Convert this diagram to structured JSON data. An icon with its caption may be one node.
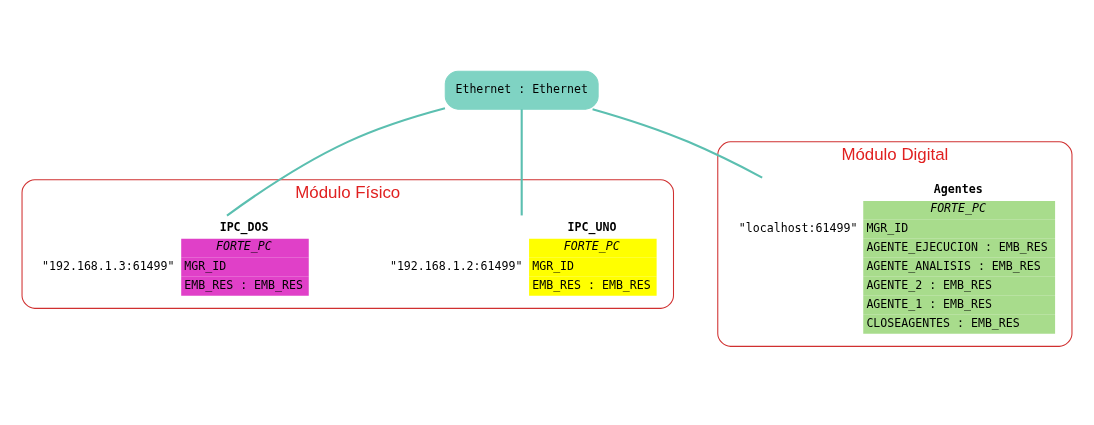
{
  "diagram": {
    "nodes": [
      {
        "text": [
          "Ethernet : Ethernet"
        ]
      },
      {
        "text": [
          "Módulo Físico"
        ]
      },
      {
        "text": [
          "IPC_UNO",
          "FORTE_PC",
          "MGR_ID",
          "EMB_RES : EMB_RES"
        ],
        "in": 1,
        "beside": [
          "\"192.168.1.2:61499\""
        ]
      },
      {
        "text": [
          "IPC_DOS",
          "FORTE_PC",
          "MGR_ID",
          "EMB_RES : EMB_RES"
        ],
        "in": 1,
        "beside": [
          "\"192.168.1.3:61499\""
        ]
      },
      {
        "text": [
          "Módulo Digital"
        ]
      },
      {
        "text": [
          "Agentes",
          "FORTE_PC",
          "MGR_ID",
          "AGENTE_EJECUCION : EMB_RES",
          "AGENTE_ANALISIS : EMB_RES",
          "AGENTE_2 : EMB_RES",
          "AGENTE_1 : EMB_RES",
          "CLOSEAGENTES : EMB_RES"
        ],
        "in": 4,
        "beside": [
          "\"localhost:61499\""
        ]
      }
    ],
    "edges": [
      {
        "from": 0,
        "to": 2,
        "arrow": "none"
      },
      {
        "from": 0,
        "to": 3,
        "arrow": "none"
      },
      {
        "from": 0,
        "to": 5,
        "arrow": "none"
      }
    ]
  }
}
